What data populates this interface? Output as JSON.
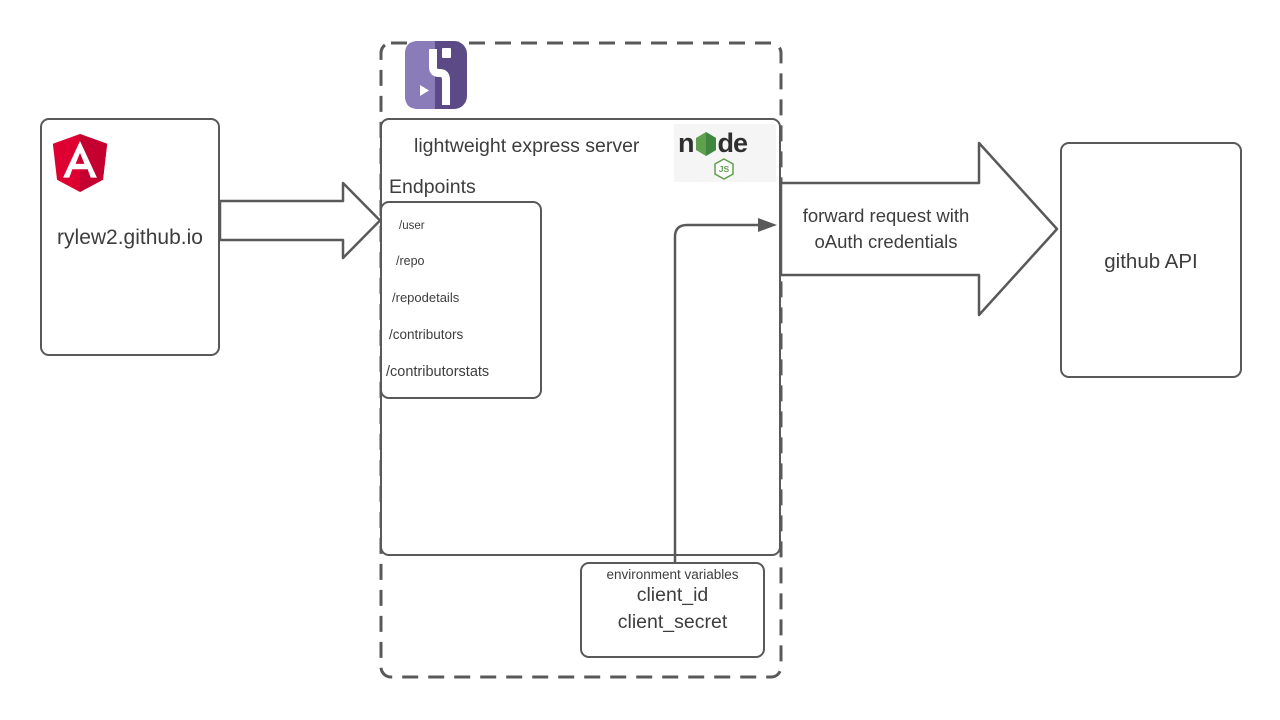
{
  "colors": {
    "border": "#595959",
    "text": "#3d3d3d",
    "angular_red": "#dd0031",
    "angular_red_dark": "#c3002f",
    "heroku_light": "#8a7cb8",
    "heroku_dark": "#5b4a86",
    "node_green": "#5fa04e",
    "node_green_dark": "#3f873f",
    "node_text": "#2f2f2f"
  },
  "client": {
    "label": "rylew2.github.io",
    "logo": "angular-icon"
  },
  "heroku_region": {
    "logo": "heroku-icon"
  },
  "express": {
    "title": "lightweight express server",
    "node_logo": {
      "word_start": "n",
      "word_end": "de",
      "badge": "JS",
      "icon": "nodejs-icon"
    },
    "endpoints_label": "Endpoints",
    "endpoints": [
      "/user",
      "/repo",
      "/repodetails",
      "/contributors",
      "/contributorstats"
    ]
  },
  "env": {
    "title": "environment variables",
    "vars": [
      "client_id",
      "client_secret"
    ]
  },
  "request_arrow": {
    "line1": "forward request with",
    "line2": "oAuth credentials"
  },
  "github": {
    "label": "github API"
  }
}
